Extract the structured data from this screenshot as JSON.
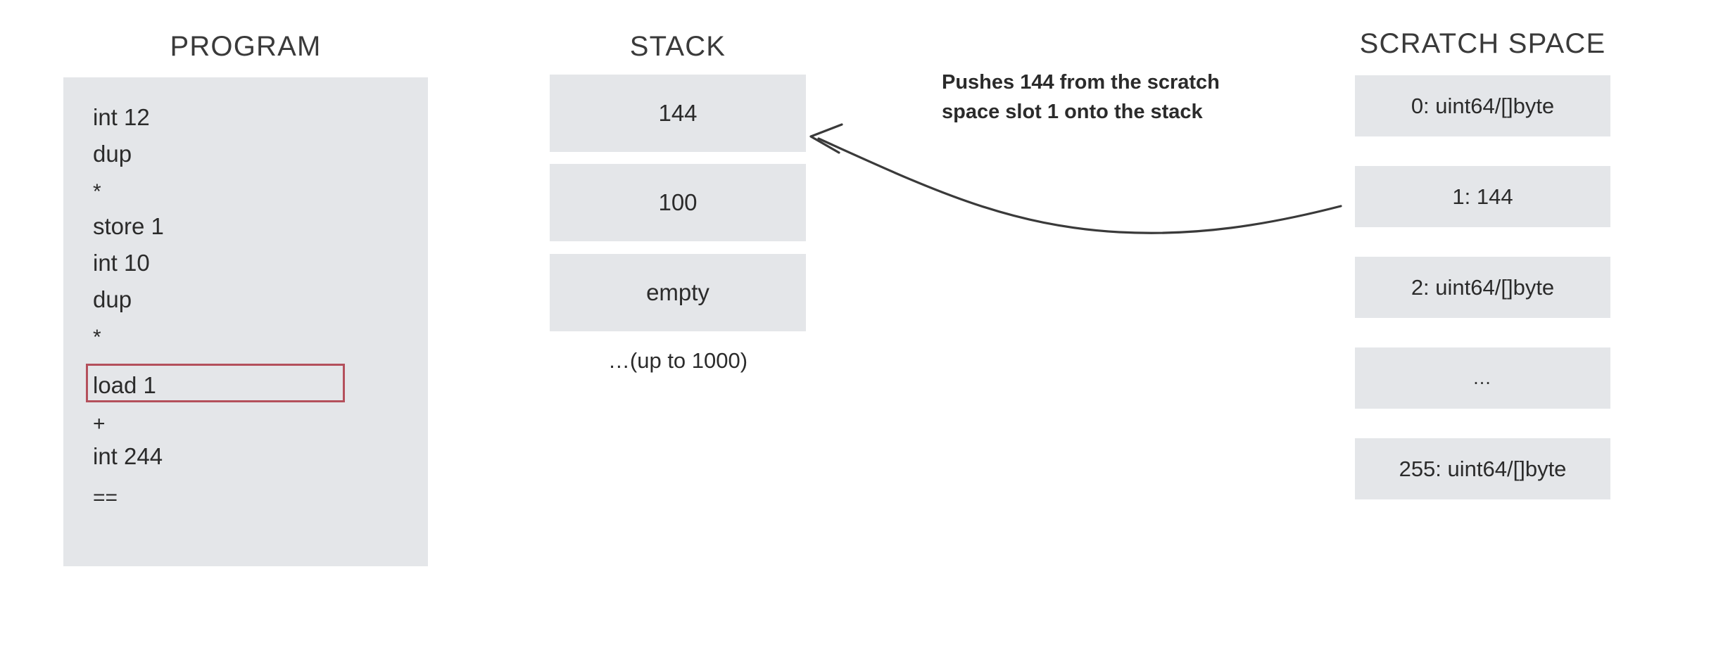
{
  "columns": {
    "program": {
      "heading": "PROGRAM",
      "lines": [
        "int 12",
        "dup",
        "*",
        "store 1",
        "int 10",
        "dup",
        "*",
        "load 1",
        "+",
        "int 244",
        "=="
      ],
      "highlighted_line_index": 7,
      "highlight_color": "#b4505c",
      "panel_color": "#e4e6e9"
    },
    "stack": {
      "heading": "STACK",
      "cells": [
        "144",
        "100",
        "empty"
      ],
      "caption": "…(up to 1000)",
      "cell_color": "#e4e6e9"
    },
    "scratch_space": {
      "heading": "SCRATCH SPACE",
      "cells": [
        "0: uint64/[]byte",
        "1: 144",
        "2: uint64/[]byte",
        "…",
        "255: uint64/[]byte"
      ],
      "cell_color": "#e4e6e9"
    }
  },
  "annotation": {
    "line1": "Pushes 144 from the scratch",
    "line2": "space slot 1 onto the stack",
    "arrow_name": "curved-arrow-icon",
    "arrow_color": "#3a3a3a"
  }
}
